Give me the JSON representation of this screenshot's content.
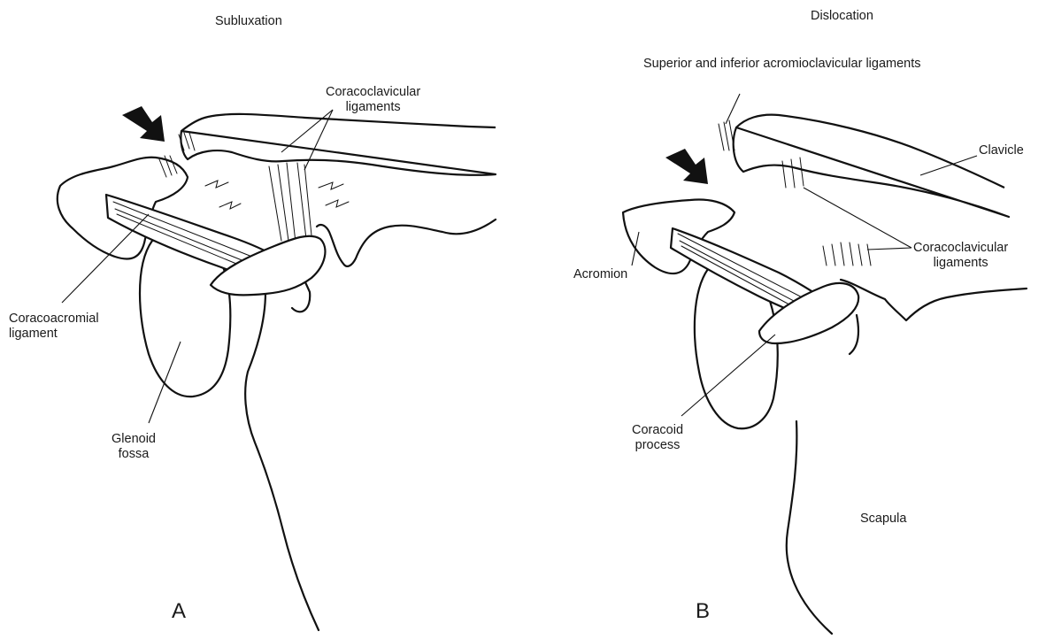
{
  "panels": [
    {
      "letter": "A",
      "title": "Subluxation",
      "labels": {
        "coracoclavicular": "Coracoclavicular\nligaments",
        "coracoacromial": "Coracoacromial\nligament",
        "glenoid": "Glenoid\nfossa"
      }
    },
    {
      "letter": "B",
      "title": "Dislocation",
      "labels": {
        "acromioclavicular": "Superior and  inferior acromioclavicular ligaments",
        "clavicle": "Clavicle",
        "coracoclavicular": "Coracoclavicular\nligaments",
        "acromion": "Acromion",
        "coracoid": "Coracoid\nprocess",
        "scapula": "Scapula"
      }
    }
  ]
}
